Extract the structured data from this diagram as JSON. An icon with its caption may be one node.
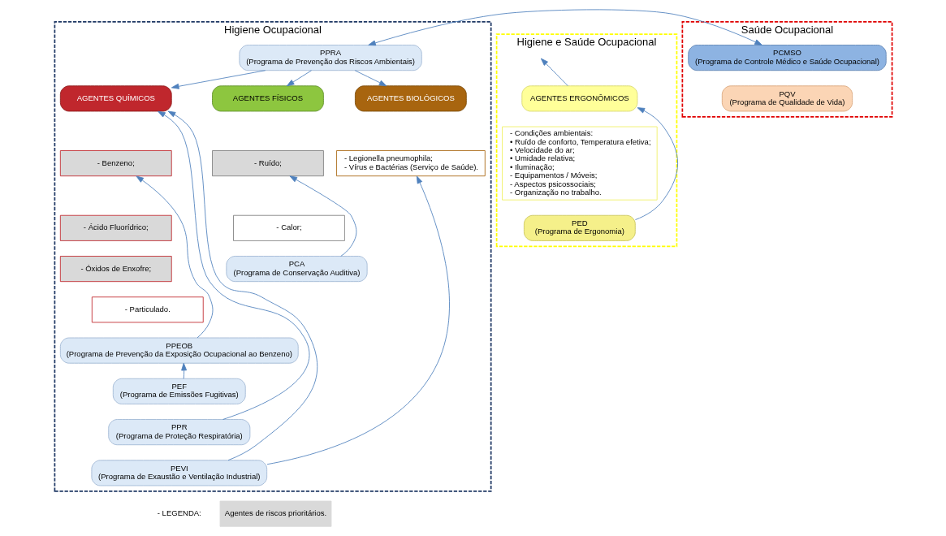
{
  "diagram": {
    "nodes": [
      {
        "text": [
          "Higiene Ocupacional"
        ]
      },
      {
        "text": [
          "Higiene e Saúde Ocupacional"
        ]
      },
      {
        "text": [
          "Saúde Ocupacional"
        ]
      },
      {
        "text": [
          "PPRA",
          "(Programa de Prevenção dos Riscos Ambientais)"
        ],
        "in": 0
      },
      {
        "text": [
          "AGENTES QUÍMICOS"
        ],
        "in": 0
      },
      {
        "text": [
          "- Benzeno;"
        ],
        "in": 0
      },
      {
        "text": [
          "- Ácido Fluorídrico;"
        ],
        "in": 0
      },
      {
        "text": [
          "- Óxidos de Enxofre;"
        ],
        "in": 0
      },
      {
        "text": [
          "- Particulado."
        ],
        "in": 0
      },
      {
        "text": [
          "PPEOB",
          "(Programa de Prevenção da Exposição Ocupacional ao Benzeno)"
        ],
        "in": 0
      },
      {
        "text": [
          "PEF",
          "(Programa de Emissões Fugitivas)"
        ],
        "in": 0
      },
      {
        "text": [
          "PPR",
          "(Programa de Proteção Respiratória)"
        ],
        "in": 0
      },
      {
        "text": [
          "PEVI",
          "(Programa de Exaustão e Ventilação Industrial)"
        ],
        "in": 0
      },
      {
        "text": [
          "AGENTES FÍSICOS"
        ],
        "in": 0
      },
      {
        "text": [
          "- Ruído;"
        ],
        "in": 0
      },
      {
        "text": [
          "- Calor;"
        ],
        "in": 0
      },
      {
        "text": [
          "PCA",
          "(Programa de Conservação Auditiva)"
        ],
        "in": 0
      },
      {
        "text": [
          "AGENTES BIOLÓGICOS"
        ],
        "in": 0
      },
      {
        "text": [
          "- Legionella pneumophila;",
          "- Vírus e Bactérias (Serviço de Saúde)."
        ],
        "in": 0
      },
      {
        "text": [
          "AGENTES ERGONÔMICOS"
        ],
        "in": 1
      },
      {
        "text": [
          "- Condições ambientais:",
          "• Ruído de conforto, Temperatura efetiva;",
          "• Velocidade do ar;",
          "• Umidade relativa;",
          "• Iluminação;",
          "- Equipamentos / Móveis;",
          "- Aspectos psicossociais;",
          "- Organização no trabalho."
        ],
        "in": 1
      },
      {
        "text": [
          "PED",
          "(Programa de Ergonomia)"
        ],
        "in": 1
      },
      {
        "text": [
          "PCMSO",
          "(Programa de Controle Médico e Saúde Ocupacional)"
        ],
        "in": 2
      },
      {
        "text": [
          "PQV",
          "(Programa de Qualidade de Vida)"
        ],
        "in": 2
      }
    ],
    "edges": [
      {
        "from": 3,
        "to": 4,
        "arrow": "to"
      },
      {
        "from": 3,
        "to": 13,
        "arrow": "to"
      },
      {
        "from": 3,
        "to": 17,
        "arrow": "to"
      },
      {
        "from": 3,
        "to": 22,
        "arrow": "both"
      },
      {
        "from": 19,
        "to": null,
        "arrow": "to"
      },
      {
        "from": 9,
        "to": 5,
        "arrow": "to"
      },
      {
        "from": 10,
        "to": 9,
        "arrow": "to"
      },
      {
        "from": 11,
        "to": 4,
        "arrow": "to"
      },
      {
        "from": 12,
        "to": 4,
        "arrow": "to"
      },
      {
        "from": 12,
        "to": 18,
        "arrow": "to"
      },
      {
        "from": 16,
        "to": 14,
        "arrow": "to"
      },
      {
        "from": 21,
        "to": 19,
        "arrow": "to"
      }
    ],
    "labels": [
      "- LEGENDA:"
    ],
    "legend": [
      {
        "text": "Agentes de riscos prioritários.",
        "color": "#d9d9d9"
      }
    ]
  }
}
